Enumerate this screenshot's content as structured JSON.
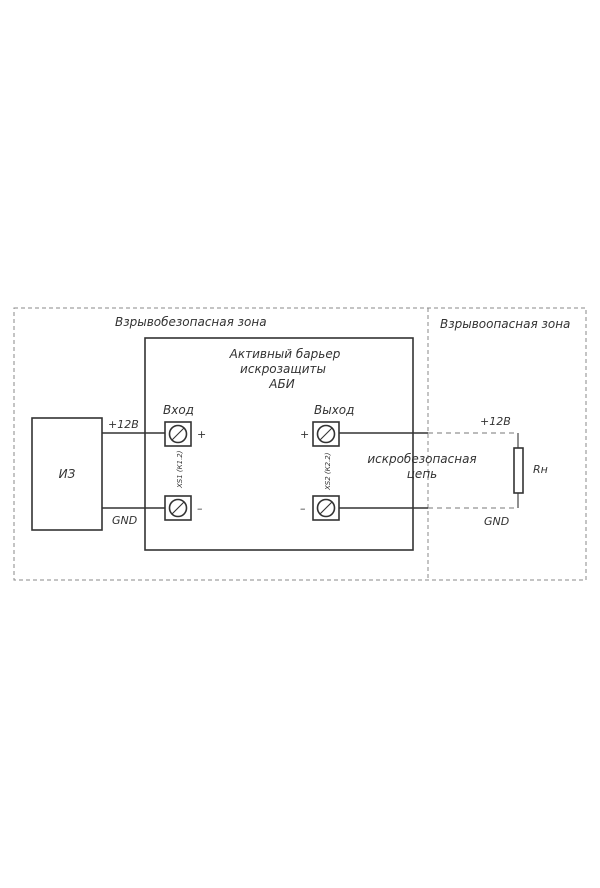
{
  "zones": {
    "safe_zone": "Взрывобезопасная зона",
    "hazard_zone": "Взрывоопасная зона"
  },
  "barrier": {
    "title_line1": "Активный барьер",
    "title_line2": "искрозащиты",
    "title_line3": "АБИ"
  },
  "source": {
    "label": "ИЗ"
  },
  "input": {
    "label": "Вход",
    "connector": "XS1 (К1.2)",
    "plus": "+",
    "minus": "–"
  },
  "output": {
    "label": "Выход",
    "connector": "XS2 (К2.2)",
    "plus": "+",
    "minus": "–"
  },
  "wires": {
    "left_plus": "+12В",
    "left_gnd": "GND",
    "right_plus": "+12В",
    "right_gnd": "GND"
  },
  "circuit": {
    "line1": "искробезопасная",
    "line2": "цепь"
  },
  "load": {
    "label": "Rн"
  }
}
